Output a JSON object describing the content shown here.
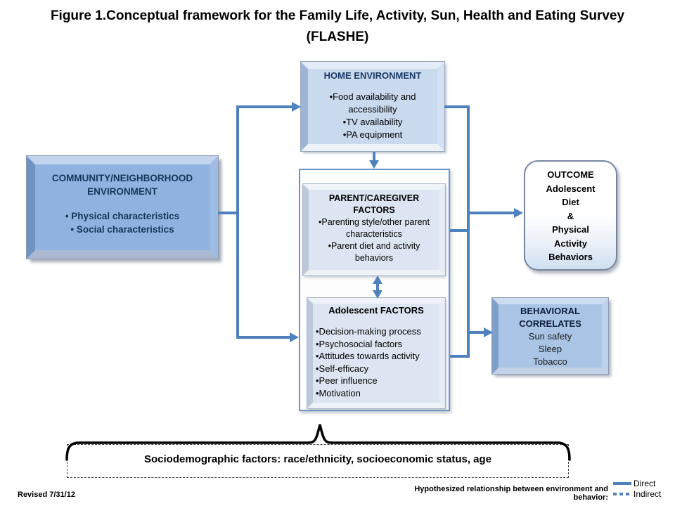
{
  "title": "Figure 1.Conceptual framework for the Family Life, Activity, Sun, Health and Eating Survey (FLASHE)",
  "home": {
    "title": "HOME ENVIRONMENT",
    "bullets": [
      "•Food availability and accessibility",
      "•TV availability",
      "•PA equipment"
    ]
  },
  "community": {
    "title": "COMMUNITY/NEIGHBORHOOD ENVIRONMENT",
    "bullets": [
      "• Physical characteristics",
      "• Social characteristics"
    ]
  },
  "parent": {
    "title": "PARENT/CAREGIVER FACTORS",
    "bullets": [
      "•Parenting style/other parent characteristics",
      "•Parent diet and activity behaviors"
    ]
  },
  "adolescent": {
    "title": "Adolescent FACTORS",
    "bullets": [
      "•Decision-making process",
      "•Psychosocial factors",
      "•Attitudes towards activity",
      "•Self-efficacy",
      "•Peer influence",
      "•Motivation"
    ]
  },
  "outcome": {
    "lines": [
      "OUTCOME",
      "Adolescent",
      "Diet",
      "&",
      "Physical",
      "Activity",
      "Behaviors"
    ]
  },
  "behavioral": {
    "title": "BEHAVIORAL CORRELATES",
    "items": [
      "Sun safety",
      "Sleep",
      "Tobacco"
    ]
  },
  "sociodemographic": {
    "text": "Sociodemographic factors: race/ethnicity, socioeconomic status, age"
  },
  "footer": {
    "revised": "Revised 7/31/12",
    "legend_caption": "Hypothesized relationship between environment and behavior:",
    "legend": [
      {
        "label": "Direct",
        "style": "solid"
      },
      {
        "label": "Indirect",
        "style": "dotted"
      }
    ]
  },
  "colors": {
    "connector": "#4f81bd",
    "navy_text": "#17365d"
  }
}
